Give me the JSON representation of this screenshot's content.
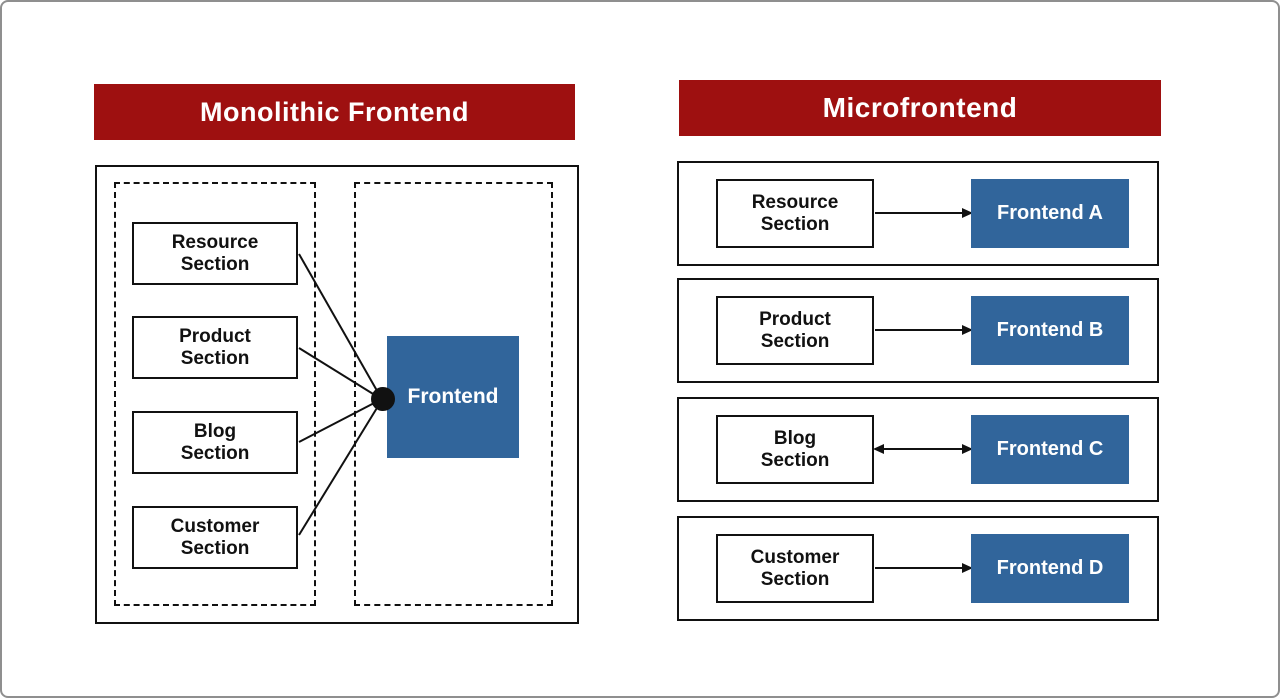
{
  "colors": {
    "banner_red": "#9E1010",
    "box_blue": "#31659B",
    "line_black": "#111111"
  },
  "monolithic": {
    "title": "Monolithic Frontend",
    "sections": [
      {
        "line1": "Resource",
        "line2": "Section"
      },
      {
        "line1": "Product",
        "line2": "Section"
      },
      {
        "line1": "Blog",
        "line2": "Section"
      },
      {
        "line1": "Customer",
        "line2": "Section"
      }
    ],
    "frontend_label": "Frontend"
  },
  "microfrontend": {
    "title": "Microfrontend",
    "rows": [
      {
        "section_line1": "Resource",
        "section_line2": "Section",
        "frontend_label": "Frontend A",
        "bidirectional": false
      },
      {
        "section_line1": "Product",
        "section_line2": "Section",
        "frontend_label": "Frontend B",
        "bidirectional": false
      },
      {
        "section_line1": "Blog",
        "section_line2": "Section",
        "frontend_label": "Frontend C",
        "bidirectional": true
      },
      {
        "section_line1": "Customer",
        "section_line2": "Section",
        "frontend_label": "Frontend D",
        "bidirectional": false
      }
    ]
  }
}
